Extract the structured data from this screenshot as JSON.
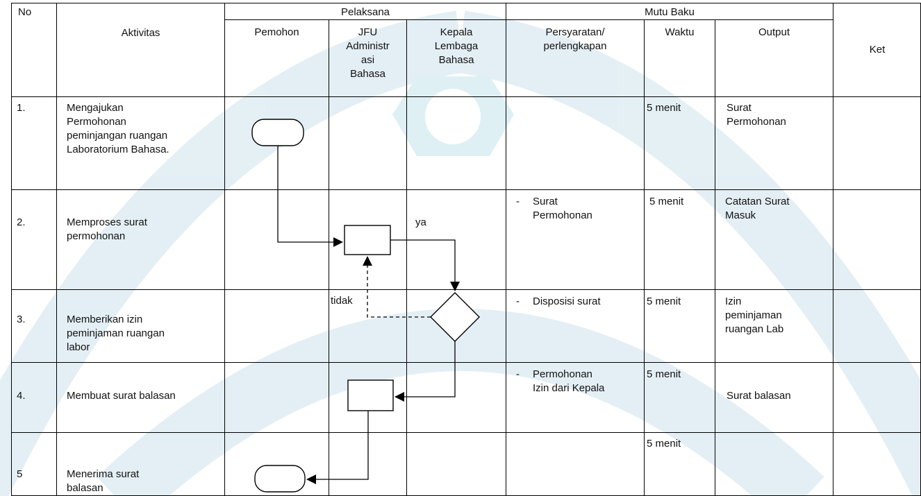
{
  "header": {
    "no": "No",
    "aktivitas": "Aktivitas",
    "pelaksana": "Pelaksana",
    "pemohon": "Pemohon",
    "jfu": "JFU\nAdministr\nasi\nBahasa",
    "kepala": "Kepala\nLembaga\nBahasa",
    "mutu_baku": "Mutu Baku",
    "persyaratan": "Persyaratan/\nperlengkapan",
    "waktu": "Waktu",
    "output": "Output",
    "ket": "Ket"
  },
  "rows": [
    {
      "no": "1.",
      "aktivitas": "Mengajukan\nPermohonan\npeminjangan  ruangan\nLaboratorium Bahasa.",
      "persyaratan": "",
      "waktu": "5 menit",
      "output": "Surat\nPermohonan"
    },
    {
      "no": "2.",
      "aktivitas": "Memproses surat\npermohonan",
      "persyaratan": "Surat\nPermohonan",
      "waktu": "5 menit",
      "output": "Catatan Surat\nMasuk"
    },
    {
      "no": "3.",
      "aktivitas": "Memberikan izin\npeminjaman ruangan\nlabor",
      "persyaratan": "Disposisi surat",
      "waktu": "5 menit",
      "output": "Izin\npeminjaman\nruangan Lab"
    },
    {
      "no": "4.",
      "aktivitas": "Membuat surat balasan",
      "persyaratan": "Permohonan\nIzin dari Kepala",
      "waktu": "5 menit",
      "output": "Surat balasan"
    },
    {
      "no": "5",
      "aktivitas": " Menerima surat\nbalasan",
      "persyaratan": "",
      "waktu": "5 menit",
      "output": ""
    }
  ],
  "flow_labels": {
    "yes": "ya",
    "no": "tidak"
  },
  "bullet": "-",
  "colors": {
    "line": "#000000",
    "watermark": "#cfe8ef"
  }
}
